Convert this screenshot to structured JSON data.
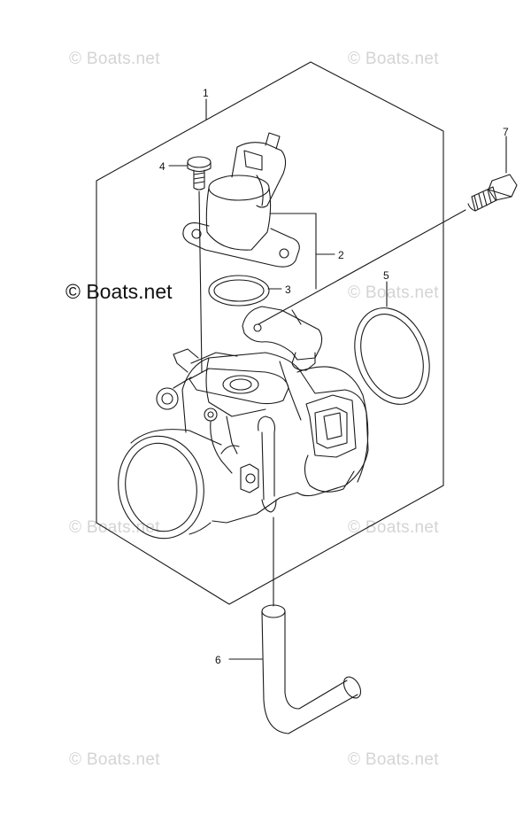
{
  "watermark": {
    "faint_text": "© Boats.net",
    "main_text": "© Boats.net",
    "faint_color": "#d4d4d4",
    "main_color": "#111111"
  },
  "callouts": {
    "c1": "1",
    "c2": "2",
    "c3": "3",
    "c4": "4",
    "c5": "5",
    "c6": "6",
    "c7": "7"
  },
  "colors": {
    "line": "#1a1a1a",
    "background": "#ffffff"
  }
}
